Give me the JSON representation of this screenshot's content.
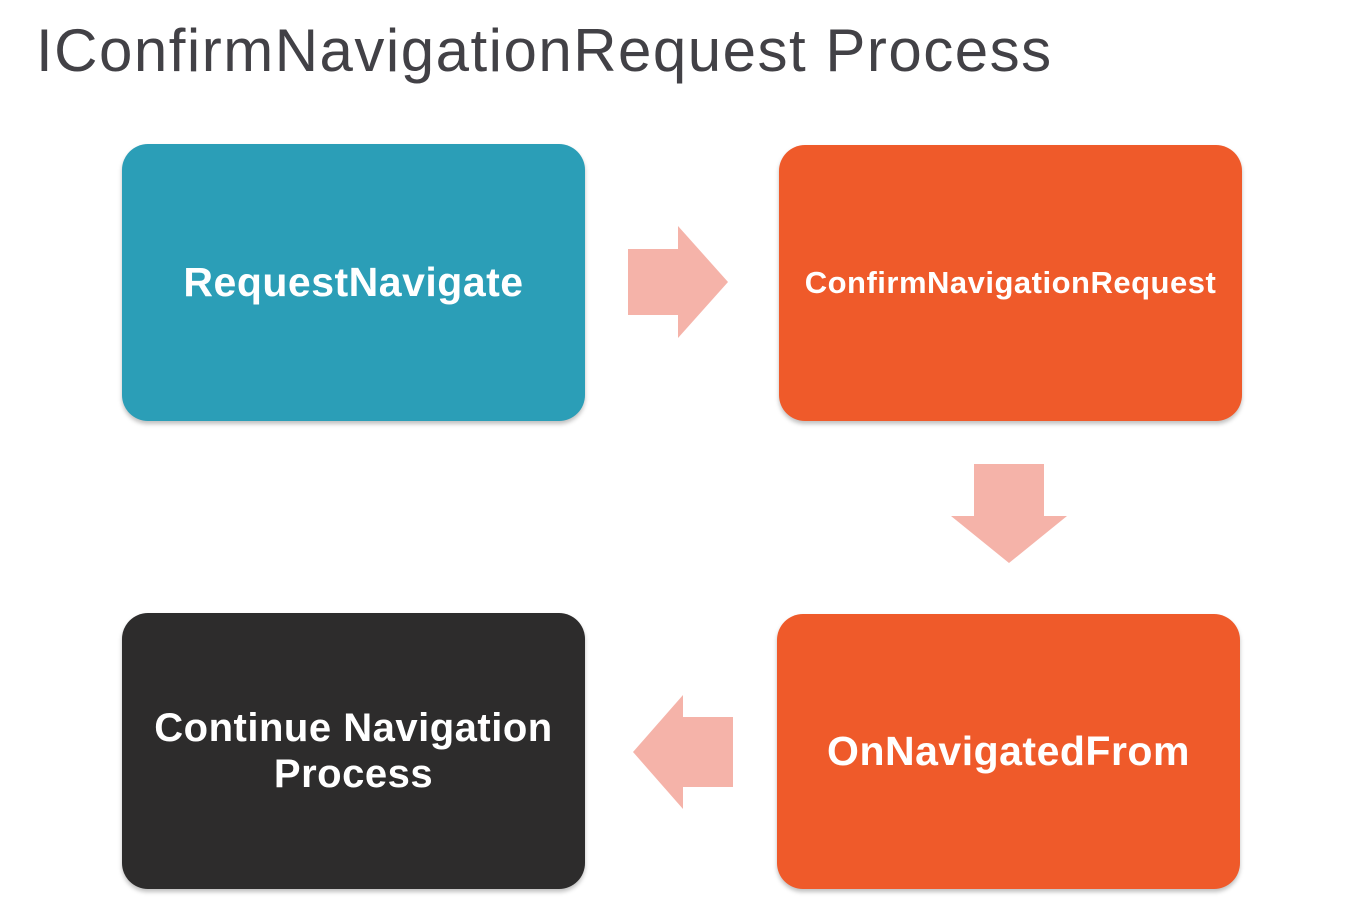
{
  "title": "IConfirmNavigationRequest Process",
  "colors": {
    "teal": "#2B9EB7",
    "orange": "#EF5A2A",
    "dark": "#2D2C2C",
    "arrow_pink": "#F5B3A9",
    "title_text": "#424146",
    "node_text": "#FFFFFF",
    "background": "#FFFFFF"
  },
  "nodes": {
    "request_navigate": {
      "label": "RequestNavigate",
      "color": "#2B9EB7",
      "position": "top-left"
    },
    "confirm_navigation_request": {
      "label": "ConfirmNavigationRequest",
      "color": "#EF5A2A",
      "position": "top-right"
    },
    "on_navigated_from": {
      "label": "OnNavigatedFrom",
      "color": "#EF5A2A",
      "position": "bottom-right"
    },
    "continue_navigation_process": {
      "label": "Continue Navigation Process",
      "color": "#2D2C2C",
      "position": "bottom-left"
    }
  },
  "arrows": {
    "color": "#F5B3A9",
    "items": [
      {
        "direction": "right",
        "from": "RequestNavigate",
        "to": "ConfirmNavigationRequest"
      },
      {
        "direction": "down",
        "from": "ConfirmNavigationRequest",
        "to": "OnNavigatedFrom"
      },
      {
        "direction": "left",
        "from": "OnNavigatedFrom",
        "to": "Continue Navigation Process"
      }
    ]
  }
}
